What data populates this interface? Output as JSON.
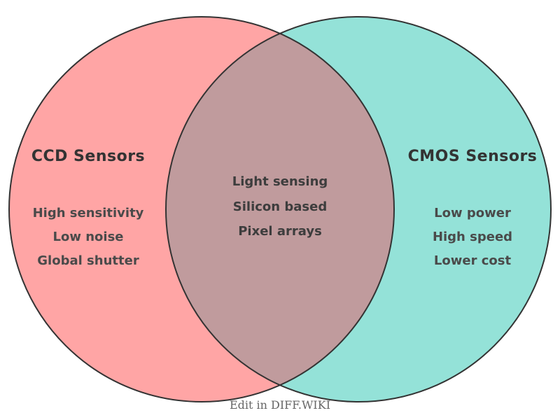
{
  "venn": {
    "type": "venn-2-set",
    "left": {
      "title": "CCD Sensors",
      "items": [
        "High sensitivity",
        "Low noise",
        "Global shutter"
      ],
      "fill": "#FFA5A5"
    },
    "right": {
      "title": "CMOS Sensors",
      "items": [
        "Low power",
        "High speed",
        "Lower cost"
      ],
      "fill": "#94E2D8"
    },
    "intersection": {
      "items": [
        "Light sensing",
        "Silicon based",
        "Pixel arrays"
      ],
      "fill": "#C09B9D"
    },
    "colors": {
      "outline": "#333333",
      "title_text": "#333333",
      "item_text": "#4A4A4A",
      "intersection_text": "#3D3D3D",
      "background": "#FFFFFF"
    }
  },
  "footer": {
    "label": "Edit in DIFF.WIKI",
    "color": "#666666"
  }
}
